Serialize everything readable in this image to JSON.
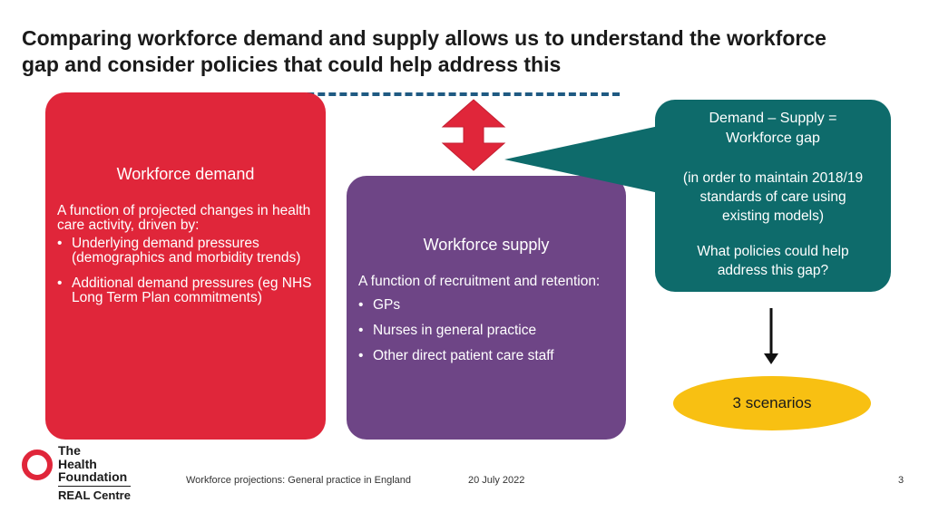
{
  "title": "Comparing workforce demand and supply allows us to understand the workforce gap and consider policies that could help address this",
  "demand_box": {
    "heading": "Workforce demand",
    "intro": "A function of projected changes in health care activity, driven by:",
    "bullets": [
      "Underlying demand pressures (demographics and morbidity trends)",
      "Additional demand pressures (eg NHS Long Term Plan commitments)"
    ]
  },
  "supply_box": {
    "heading": "Workforce supply",
    "intro": "A function of recruitment and retention:",
    "bullets": [
      "GPs",
      "Nurses in general practice",
      "Other direct patient care staff"
    ]
  },
  "gap_callout": {
    "line1": "Demand – Supply =",
    "line2": "Workforce gap",
    "note_line1": "(in order to maintain 2018/19",
    "note_line2": "standards of care using",
    "note_line3": "existing models)",
    "question_line1": "What policies could help",
    "question_line2": "address this gap?"
  },
  "scenarios_label": "3 scenarios",
  "logo": {
    "name_line1": "The",
    "name_line2": "Health",
    "name_line3": "Foundation",
    "sub": "REAL Centre"
  },
  "footer": {
    "source": "Workforce projections: General practice in England",
    "date": "20 July 2022",
    "page": "3"
  },
  "colors": {
    "demand": "#e0263a",
    "supply": "#6e4586",
    "gap": "#0e6b6b",
    "scenarios": "#f8c012",
    "dash": "#1f5a82"
  }
}
